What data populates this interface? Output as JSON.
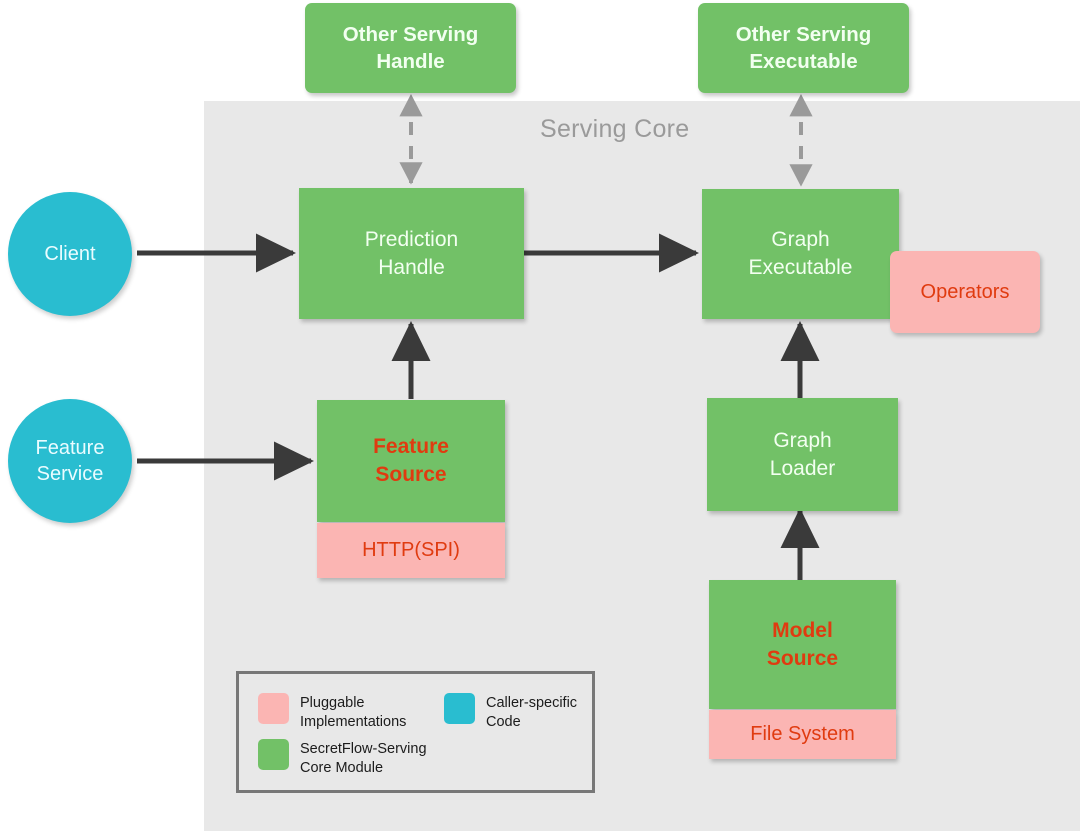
{
  "diagram": {
    "panel": {
      "label": "Serving Core"
    },
    "top_nodes": [
      {
        "id": "other-serving-handle",
        "lines": [
          "Other Serving",
          "Handle"
        ]
      },
      {
        "id": "other-serving-executable",
        "lines": [
          "Other Serving",
          "Executable"
        ]
      }
    ],
    "callers": [
      {
        "id": "client",
        "lines": [
          "Client"
        ]
      },
      {
        "id": "feature-service",
        "lines": [
          "Feature",
          "Service"
        ]
      }
    ],
    "core_nodes": [
      {
        "id": "prediction-handle",
        "lines": [
          "Prediction",
          "Handle"
        ]
      },
      {
        "id": "graph-executable",
        "lines": [
          "Graph",
          "Executable"
        ]
      },
      {
        "id": "feature-source",
        "lines": [
          "Feature",
          "Source"
        ]
      },
      {
        "id": "graph-loader",
        "lines": [
          "Graph",
          "Loader"
        ]
      },
      {
        "id": "model-source",
        "lines": [
          "Model",
          "Source"
        ]
      }
    ],
    "pluggable_nodes": [
      {
        "id": "operators",
        "lines": [
          "Operators"
        ]
      },
      {
        "id": "http-spi",
        "lines": [
          "HTTP(SPI)"
        ]
      },
      {
        "id": "file-system",
        "lines": [
          "File System"
        ]
      }
    ],
    "legend": {
      "items": [
        {
          "swatch": "pink",
          "lines": [
            "Pluggable",
            "Implementations"
          ]
        },
        {
          "swatch": "teal",
          "lines": [
            "Caller-specific",
            "Code"
          ]
        },
        {
          "swatch": "green",
          "lines": [
            "SecretFlow-Serving",
            "Core Module"
          ]
        }
      ]
    },
    "colors": {
      "green": "#72c167",
      "pink": "#fbb5b3",
      "teal": "#29bdd0",
      "panel_gray": "#e8e8e8",
      "arrow_dark": "#3a3a3a",
      "arrow_gray": "#9a9a9a",
      "red_text": "#e03b10",
      "label_gray": "#9a9a9a"
    }
  }
}
